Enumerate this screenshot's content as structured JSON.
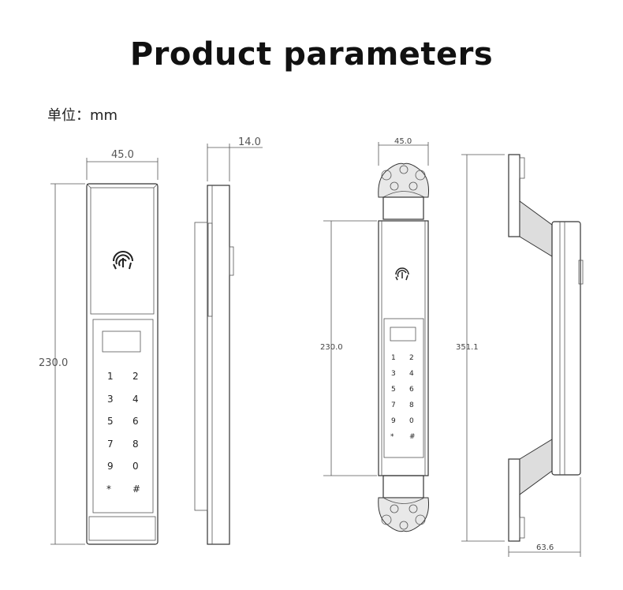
{
  "title": "Product parameters",
  "unit_label": "单位：mm",
  "drawing1": {
    "width_dim": "45.0",
    "height_dim": "230.0",
    "keys": [
      "1",
      "2",
      "3",
      "4",
      "5",
      "6",
      "7",
      "8",
      "9",
      "0",
      "*",
      "#"
    ]
  },
  "drawing2": {
    "depth_dim": "14.0"
  },
  "drawing3": {
    "width_dim": "45.0",
    "height_dim": "230.0",
    "keys": [
      "1",
      "2",
      "3",
      "4",
      "5",
      "6",
      "7",
      "8",
      "9",
      "0",
      "*",
      "#"
    ]
  },
  "drawing4": {
    "height_dim": "351.1",
    "depth_dim": "63.6"
  }
}
